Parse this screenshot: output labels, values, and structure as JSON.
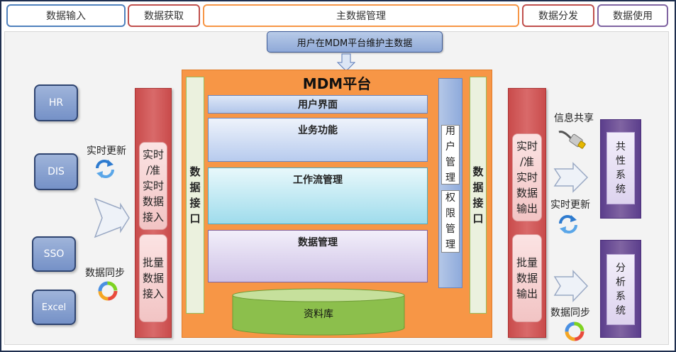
{
  "header": {
    "categories": [
      {
        "label": "数据输入",
        "color": "#4f81bd"
      },
      {
        "label": "数据获取",
        "color": "#c0504d"
      },
      {
        "label": "主数据管理",
        "color": "#f79646"
      },
      {
        "label": "数据分发",
        "color": "#c0504d"
      },
      {
        "label": "数据使用",
        "color": "#8064a2"
      }
    ]
  },
  "maintain_note": "用户在MDM平台维护主数据",
  "sources": [
    "HR",
    "DIS",
    "SSO",
    "Excel"
  ],
  "input_labels": {
    "realtime": "实时更新",
    "sync": "数据同步"
  },
  "acquire": {
    "realtime": [
      "实时",
      "/准",
      "实时",
      "数据",
      "接入"
    ],
    "batch": [
      "批量",
      "数据",
      "接入"
    ]
  },
  "platform": {
    "title": "MDM平台",
    "left_interface": [
      "数据",
      "接口"
    ],
    "right_interface": [
      "数据",
      "接口"
    ],
    "layers": [
      "用户界面",
      "业务功能",
      "工作流管理",
      "数据管理"
    ],
    "user_mgmt": [
      "用户",
      "管理"
    ],
    "perm_mgmt": [
      "权限",
      "管理"
    ],
    "database": "资料库"
  },
  "distribute": {
    "realtime": [
      "实时",
      "/准",
      "实时",
      "数据",
      "输出"
    ],
    "batch": [
      "批量",
      "数据",
      "输出"
    ]
  },
  "output_labels": {
    "share": "信息共享",
    "realtime": "实时更新",
    "sync": "数据同步"
  },
  "consumers": {
    "shared": [
      "共",
      "性",
      "系",
      "统"
    ],
    "analysis": [
      "分",
      "析",
      "系",
      "统"
    ]
  },
  "colors": {
    "input": "#4f81bd",
    "acquire": "#c0504d",
    "mdm": "#f79646",
    "interface": "#9bbb59",
    "consumer": "#8064a2"
  }
}
